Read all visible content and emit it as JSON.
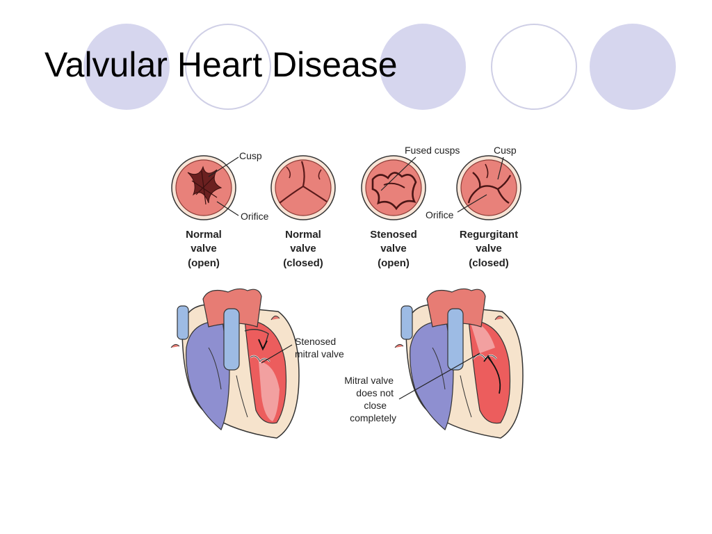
{
  "slide": {
    "title": "Valvular Heart Disease"
  },
  "valves": [
    {
      "caption": [
        "Normal",
        "valve",
        "(open)"
      ]
    },
    {
      "caption": [
        "Normal",
        "valve",
        "(closed)"
      ]
    },
    {
      "caption": [
        "Stenosed",
        "valve",
        "(open)"
      ]
    },
    {
      "caption": [
        "Regurgitant",
        "valve",
        "(closed)"
      ]
    }
  ],
  "labels": {
    "cusp_left": "Cusp",
    "orifice_left": "Orifice",
    "fused_cusps": "Fused cusps",
    "cusp_right": "Cusp",
    "orifice_right": "Orifice"
  },
  "hearts": {
    "left_label": [
      "Stenosed",
      "mitral valve"
    ],
    "right_label": [
      "Mitral valve",
      "does not",
      "close",
      "completely"
    ]
  },
  "colors": {
    "valve_fill": "#e8817a",
    "ring_fill": "#f8e4d6",
    "atrium_blue": "#8e8fd0",
    "vessel_blue": "#9dbbe4",
    "aorta_red": "#e77c74",
    "ventricle_red": "#ec5d5d",
    "wall_tan": "#f6e3cc"
  }
}
